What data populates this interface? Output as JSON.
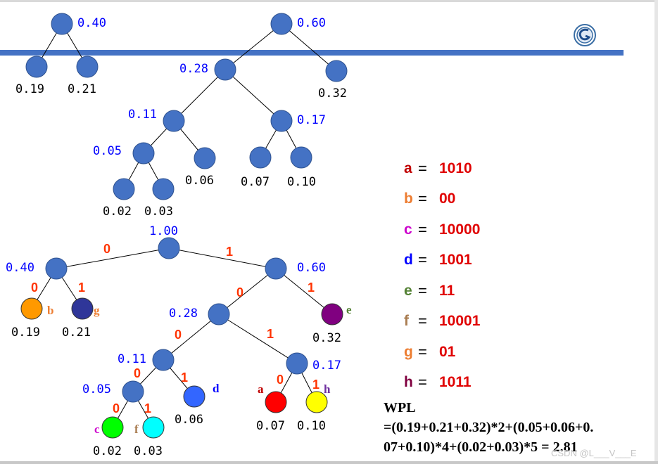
{
  "colors": {
    "node_fill": "#4472c4",
    "header_bar": "#4472c4",
    "internal_weight": "#0000ff",
    "leaf_weight": "#000000",
    "branch_bit": "#ff3300",
    "code_bits": "#e00000"
  },
  "construction": {
    "t040": "0.40",
    "t060": "0.60",
    "t028": "0.28",
    "t011": "0.11",
    "t017": "0.17",
    "t005": "0.05",
    "l019": "0.19",
    "l021": "0.21",
    "l032": "0.32",
    "l006": "0.06",
    "l007": "0.07",
    "l010": "0.10",
    "l002": "0.02",
    "l003": "0.03"
  },
  "huffman": {
    "root": "1.00",
    "i040": "0.40",
    "i060": "0.60",
    "i028": "0.28",
    "i011": "0.11",
    "i017": "0.17",
    "i005": "0.05",
    "w019": "0.19",
    "w021": "0.21",
    "w032": "0.32",
    "w006": "0.06",
    "w007": "0.07",
    "w010": "0.10",
    "w002": "0.02",
    "w003": "0.03",
    "leaf_letters": {
      "b": {
        "text": "b",
        "color": "#ed7d31"
      },
      "g": {
        "text": "g",
        "color": "#ed7d31"
      },
      "e": {
        "text": "e",
        "color": "#548235"
      },
      "d": {
        "text": "d",
        "color": "#0000ff"
      },
      "a": {
        "text": "a",
        "color": "#c00000"
      },
      "h": {
        "text": "h",
        "color": "#7030a0"
      },
      "c": {
        "text": "c",
        "color": "#cc00cc"
      },
      "f": {
        "text": "f",
        "color": "#a97c50"
      }
    },
    "leaf_colors": {
      "b": "#ff9900",
      "g": "#2f3699",
      "e": "#800080",
      "d": "#3366ff",
      "a": "#ff0000",
      "h": "#ffff00",
      "c": "#00ff00",
      "f": "#00ffff"
    },
    "bits": {
      "root_l": "0",
      "root_r": "1",
      "n040_l": "0",
      "n040_r": "1",
      "n060_l": "0",
      "n060_r": "1",
      "n028_l": "0",
      "n028_r": "1",
      "n011_l": "0",
      "n011_r": "1",
      "n017_l": "0",
      "n017_r": "1",
      "n005_l": "0",
      "n005_r": "1"
    }
  },
  "codes": [
    {
      "letter": "a",
      "letter_color": "#c00000",
      "eq": "=",
      "bits": "1010"
    },
    {
      "letter": "b",
      "letter_color": "#ed7d31",
      "eq": "=",
      "bits": "00"
    },
    {
      "letter": "c",
      "letter_color": "#cc00cc",
      "eq": "=",
      "bits": "10000"
    },
    {
      "letter": "d",
      "letter_color": "#0000ff",
      "eq": "=",
      "bits": "1001"
    },
    {
      "letter": "e",
      "letter_color": "#548235",
      "eq": "=",
      "bits": "11"
    },
    {
      "letter": "f",
      "letter_color": "#a97c50",
      "eq": "=",
      "bits": "10001"
    },
    {
      "letter": "g",
      "letter_color": "#ed7d31",
      "eq": "=",
      "bits": "01"
    },
    {
      "letter": "h",
      "letter_color": "#800040",
      "eq": "=",
      "bits": "1011"
    }
  ],
  "wpl": {
    "title": "WPL",
    "line1": "=(0.19+0.21+0.32)*2+(0.05+0.06+0.",
    "line2": "07+0.10)*4+(0.02+0.03)*5 = 2.81"
  },
  "watermark": "CSDN @L___V___E"
}
